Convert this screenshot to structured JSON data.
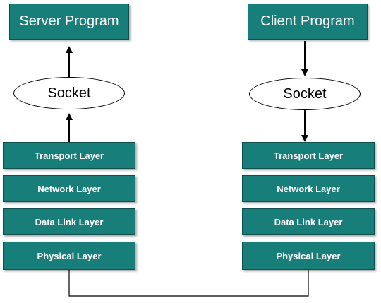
{
  "server": {
    "program_label": "Server Program",
    "socket_label": "Socket",
    "layers": [
      "Transport Layer",
      "Network Layer",
      "Data Link Layer",
      "Physical Layer"
    ]
  },
  "client": {
    "program_label": "Client Program",
    "socket_label": "Socket",
    "layers": [
      "Transport Layer",
      "Network Layer",
      "Data Link Layer",
      "Physical Layer"
    ]
  },
  "colors": {
    "box_fill": "#177e79",
    "box_border": "#0f4f4c",
    "box_text": "#ffffff",
    "line": "#000000"
  }
}
